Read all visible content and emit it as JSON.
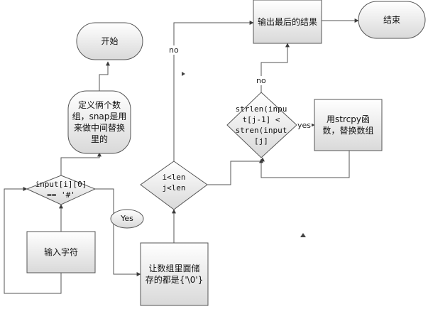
{
  "nodes": {
    "start": "开始",
    "define": "定义俩个数组，snap是用来做中间替换里的",
    "check_input": "input[i][0]\n== '#'",
    "input_chars": "输入字符",
    "init_array": "让数组里面储存的都是{'\\0'}",
    "loop_cond": "i<len\nj<len",
    "strlen_cond": "strlen(inpu\nt[j-1] <\nstren(input\n[j]",
    "strcpy": "用strcpy函数，替换数组",
    "output": "输出最后的结果",
    "end": "结束"
  },
  "edge_labels": {
    "yes_oval": "Yes",
    "yes_right": "yes",
    "no_top": "no",
    "no_left": "no"
  },
  "colors": {
    "line": "#4a4a4a",
    "fill_top": "#ffffff",
    "fill_bottom": "#dcdcdc"
  }
}
